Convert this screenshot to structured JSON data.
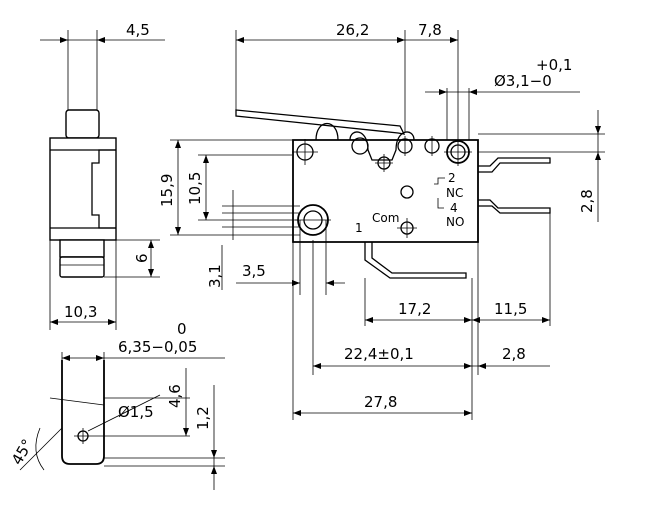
{
  "dimensions": {
    "side_width_top": "4,5",
    "side_height_pin": "6",
    "side_width_body": "10,3",
    "lever_len": "26,2",
    "lever_offset": "7,8",
    "tol_plus": "+0,1",
    "hole_dia": "Ø3,1−0",
    "h_15_9": "15,9",
    "h_10_5": "10,5",
    "h_2_8_right": "2,8",
    "h_3_1": "3,1",
    "w_3_5": "3,5",
    "w_17_2": "17,2",
    "w_11_5": "11,5",
    "w_22_4": "22,4±0,1",
    "w_2_8_bottom": "2,8",
    "w_27_8": "27,8",
    "term_zero": "0",
    "term_width": "6,35−0,05",
    "term_hole": "Ø1,5",
    "term_h_4_6": "4,6",
    "term_h_1_2": "1,2",
    "term_angle": "45°"
  },
  "labels": {
    "nc_num": "2",
    "nc": "NC",
    "no_num": "4",
    "no": "NO",
    "com": "Com",
    "com_num": "1"
  }
}
